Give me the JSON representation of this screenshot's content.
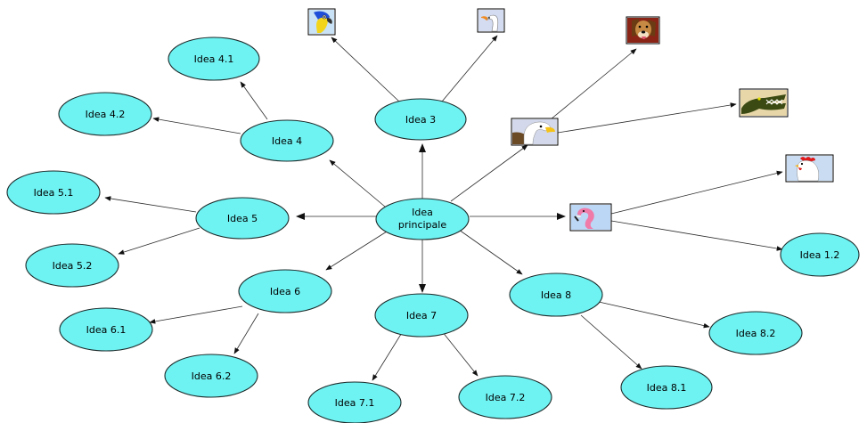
{
  "colors": {
    "node_fill": "#6ff2f2",
    "node_stroke": "#1d2a2a",
    "edge": "#2a2a2a"
  },
  "central": {
    "line1": "Idea",
    "line2": "principale"
  },
  "nodes": {
    "idea_3": "Idea 3",
    "idea_4": "Idea 4",
    "idea_4_1": "Idea 4.1",
    "idea_4_2": "Idea 4.2",
    "idea_5": "Idea 5",
    "idea_5_1": "Idea 5.1",
    "idea_5_2": "Idea 5.2",
    "idea_6": "Idea 6",
    "idea_6_1": "Idea 6.1",
    "idea_6_2": "Idea 6.2",
    "idea_7": "Idea 7",
    "idea_7_1": "Idea 7.1",
    "idea_7_2": "Idea 7.2",
    "idea_8": "Idea 8",
    "idea_8_1": "Idea 8.1",
    "idea_8_2": "Idea 8.2",
    "idea_1_2": "Idea 1.2"
  },
  "icons": {
    "parrot": "parrot-icon",
    "swan": "swan-icon",
    "dog": "dog-icon",
    "eagle": "eagle-icon",
    "crocodile": "crocodile-icon",
    "rooster": "rooster-icon",
    "flamingo": "flamingo-icon"
  }
}
